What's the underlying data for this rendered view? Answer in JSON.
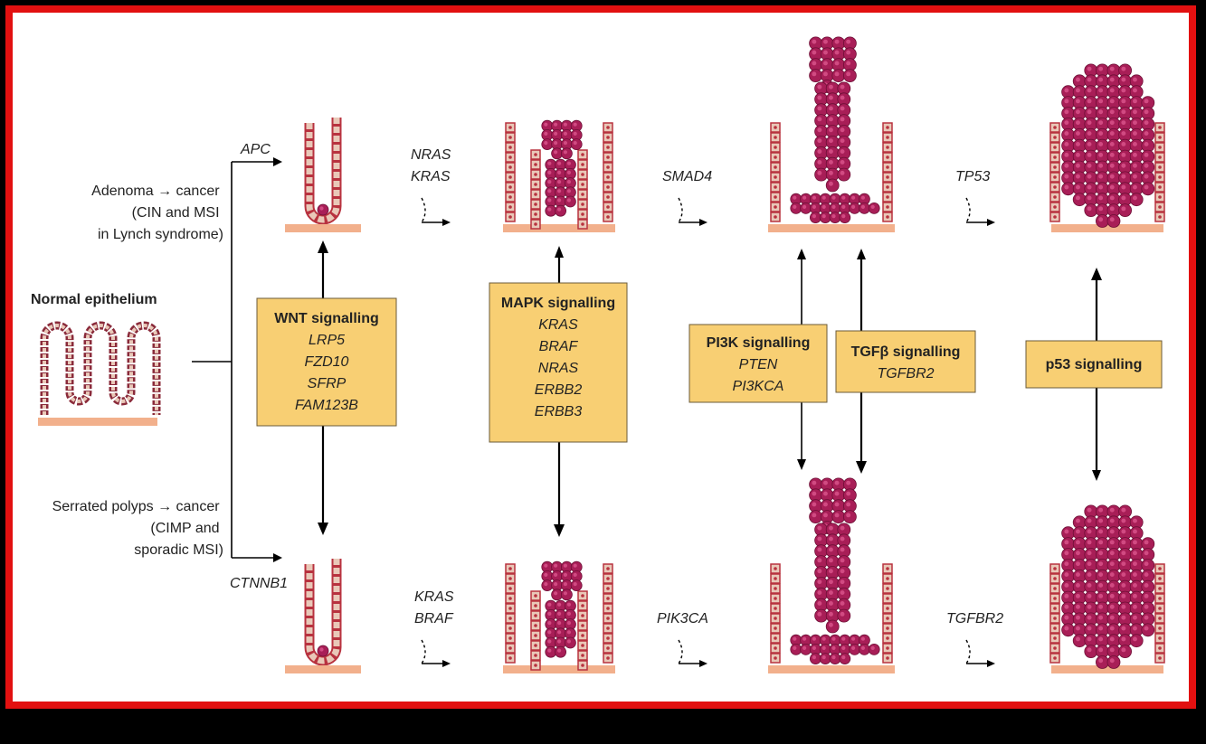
{
  "title": "Normal epithelium",
  "pathways": {
    "adenoma": [
      "Adenoma → cancer",
      "(CIN and MSI",
      "in Lynch syndrome)"
    ],
    "serrated": [
      "Serrated polyps → cancer",
      "(CIMP and",
      "sporadic MSI)"
    ]
  },
  "top_genes": {
    "g1": "APC",
    "g2a": "NRAS",
    "g2b": "KRAS",
    "g3": "SMAD4",
    "g4": "TP53"
  },
  "bottom_genes": {
    "g1": "CTNNB1",
    "g2a": "KRAS",
    "g2b": "BRAF",
    "g3": "PIK3CA",
    "g4": "TGFBR2"
  },
  "boxes": {
    "wnt": {
      "title": "WNT signalling",
      "items": [
        "LRP5",
        "FZD10",
        "SFRP",
        "FAM123B"
      ]
    },
    "mapk": {
      "title": "MAPK signalling",
      "items": [
        "KRAS",
        "BRAF",
        "NRAS",
        "ERBB2",
        "ERBB3"
      ]
    },
    "pi3k": {
      "title": "PI3K signalling",
      "items": [
        "PTEN",
        "PI3KCA"
      ]
    },
    "tgfb": {
      "title": "TGFβ signalling",
      "items": [
        "TGFBR2"
      ]
    },
    "p53": {
      "title": "p53 signalling",
      "items": []
    }
  },
  "colors": {
    "frame": "#e21010",
    "box_fill": "#f8cf73",
    "membrane": "#f2b08c",
    "cell": "#b8323f",
    "cell_light": "#e9c8b8",
    "tumor_cell": "#a81e57"
  }
}
